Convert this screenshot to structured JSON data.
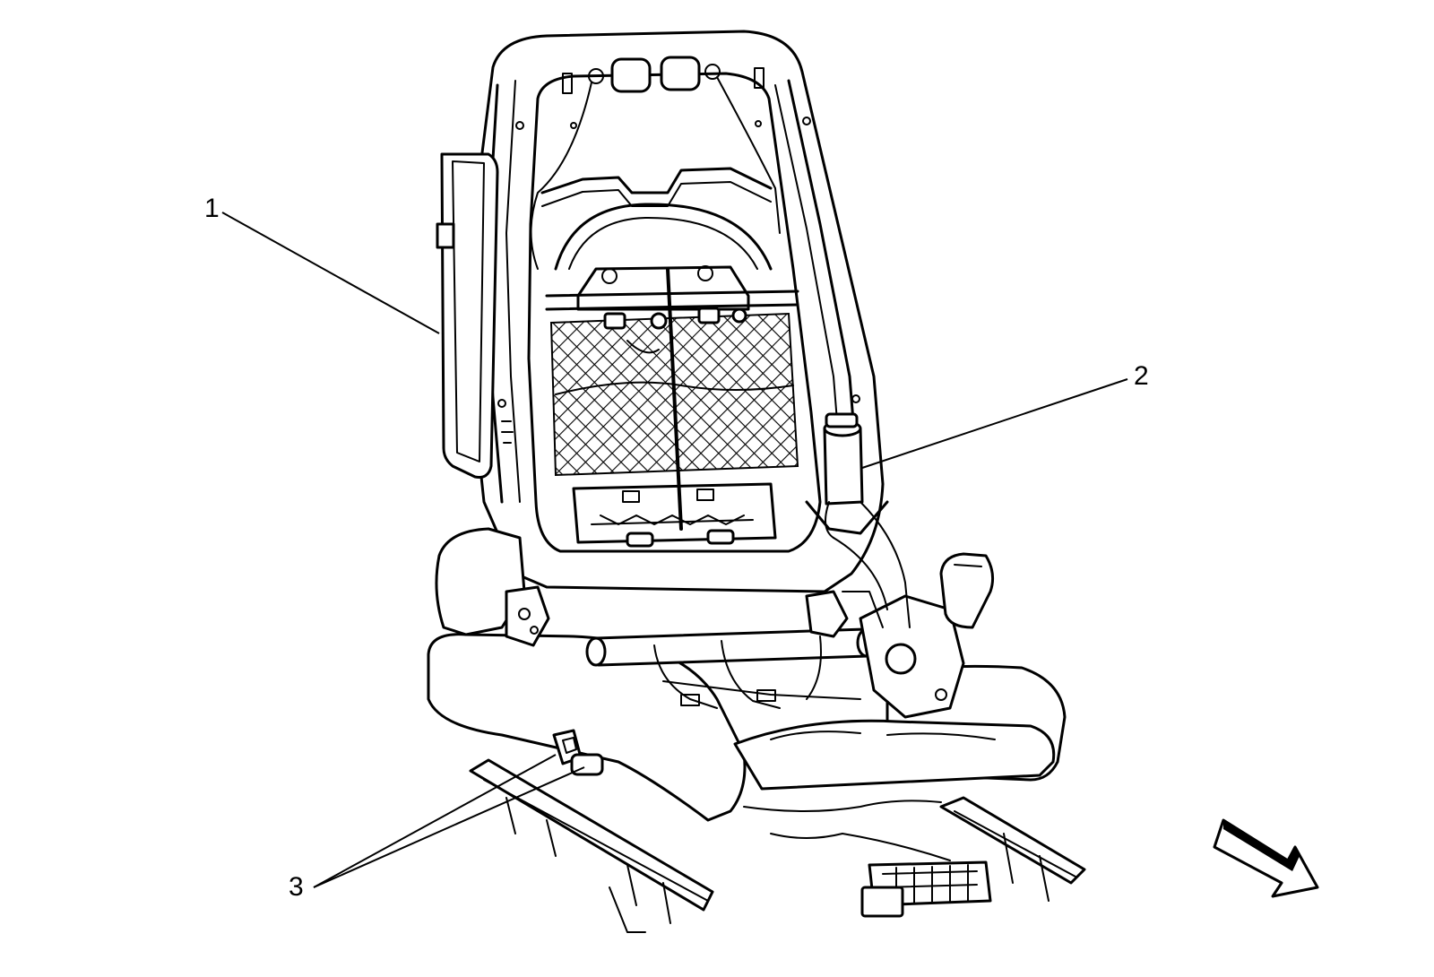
{
  "callouts": [
    {
      "id": "1",
      "label": "1"
    },
    {
      "id": "2",
      "label": "2"
    },
    {
      "id": "3",
      "label": "3"
    }
  ],
  "icons": {
    "view_direction": "view-direction-arrow-icon"
  },
  "colors": {
    "line": "#000000",
    "background": "#ffffff"
  }
}
